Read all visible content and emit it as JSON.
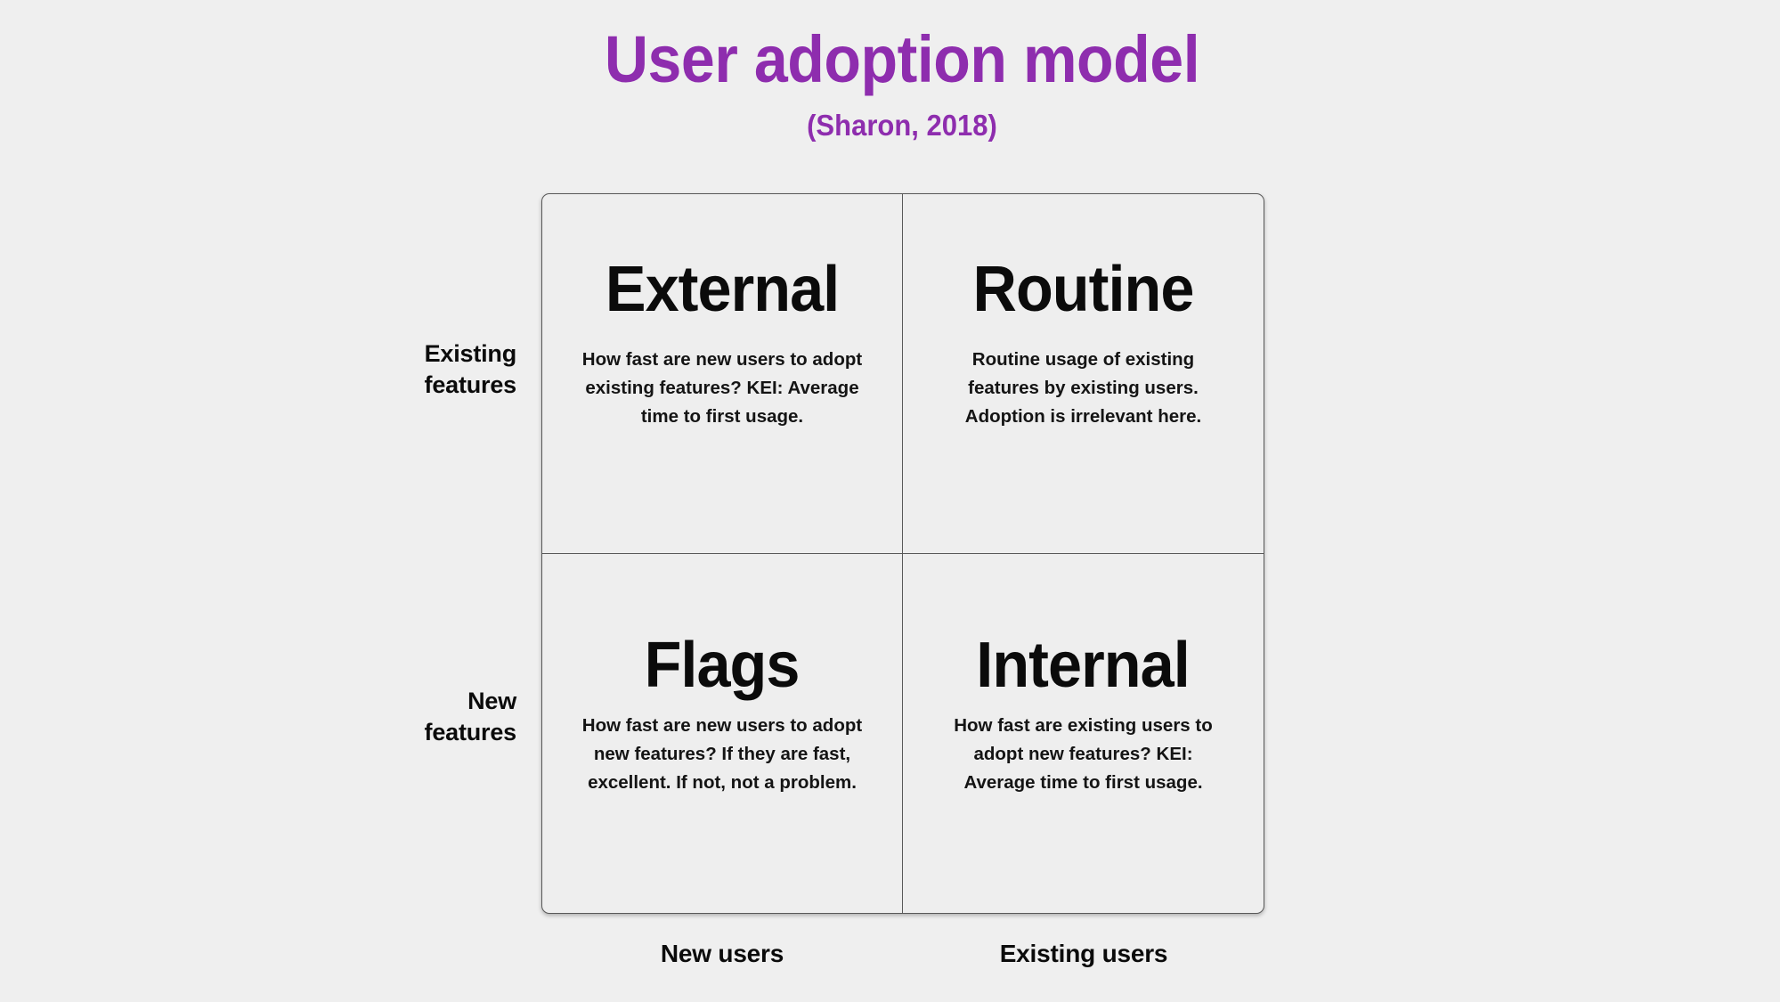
{
  "header": {
    "title": "User adoption model",
    "subtitle": "(Sharon, 2018)",
    "accent_color": "#8E2DAE"
  },
  "background_color": "#efefef",
  "axes": {
    "rows": [
      {
        "key": "existing-features",
        "label": "Existing\nfeatures",
        "line1": "Existing",
        "line2": "features"
      },
      {
        "key": "new-features",
        "label": "New\nfeatures",
        "line1": "New",
        "line2": "features"
      }
    ],
    "columns": [
      {
        "key": "new-users",
        "label": "New users"
      },
      {
        "key": "existing-users",
        "label": "Existing users"
      }
    ]
  },
  "matrix": {
    "border_color": "#585858",
    "cells": [
      {
        "key": "external",
        "row": "existing-features",
        "column": "new-users",
        "heading": "External",
        "body": "How fast are new users to adopt existing features? KEI: Average time to first usage."
      },
      {
        "key": "routine",
        "row": "existing-features",
        "column": "existing-users",
        "heading": "Routine",
        "body": "Routine usage of existing features by existing users. Adoption is irrelevant here."
      },
      {
        "key": "flags",
        "row": "new-features",
        "column": "new-users",
        "heading": "Flags",
        "body": "How fast are new users to adopt new features? If they are fast, excellent. If not, not a problem."
      },
      {
        "key": "internal",
        "row": "new-features",
        "column": "existing-users",
        "heading": "Internal",
        "body": "How fast are existing users to adopt new features? KEI: Average time to first usage."
      }
    ]
  }
}
